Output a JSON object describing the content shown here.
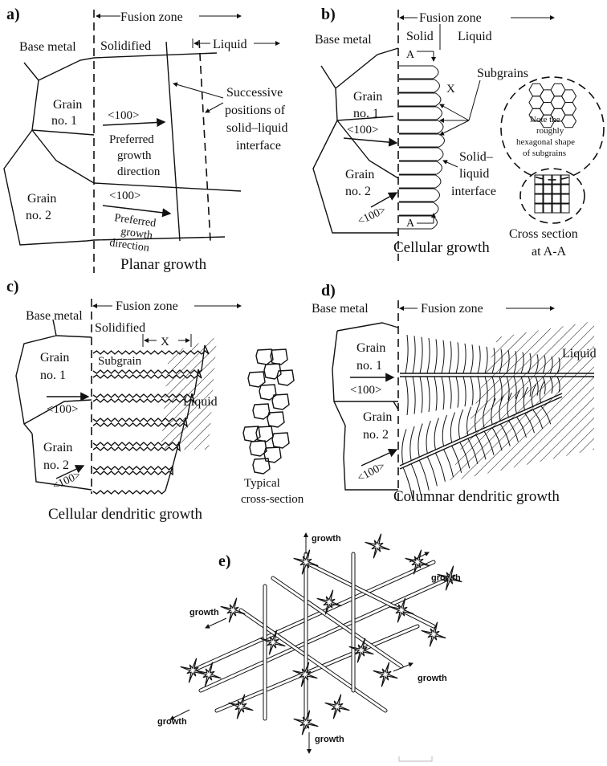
{
  "panel_a": {
    "letter": "a)",
    "fusion_zone": "Fusion zone",
    "base_metal": "Base metal",
    "solidified": "Solidified",
    "liquid": "Liquid",
    "grain1_line1": "Grain",
    "grain1_line2": "no. 1",
    "grain2_line1": "Grain",
    "grain2_line2": "no. 2",
    "dir1": "<100>",
    "pref1_line1": "Preferred",
    "pref1_line2": "growth",
    "pref1_line3": "direction",
    "dir2": "<100>",
    "pref2_line1": "Preferred",
    "pref2_line2": "growth",
    "pref2_line3": "direction",
    "succ_line1": "Successive",
    "succ_line2": "positions of",
    "succ_line3": "solid–liquid",
    "succ_line4": "interface",
    "caption": "Planar growth"
  },
  "panel_b": {
    "letter": "b)",
    "fusion_zone": "Fusion zone",
    "base_metal": "Base metal",
    "solid": "Solid",
    "liquid": "Liquid",
    "a_top": "A",
    "a_bottom": "A",
    "x": "X",
    "subgrains": "Subgrains",
    "grain1_line1": "Grain",
    "grain1_line2": "no. 1",
    "dir1": "<100>",
    "grain2_line1": "Grain",
    "grain2_line2": "no. 2",
    "dir2": "<100>",
    "interface_line1": "Solid–",
    "interface_line2": "liquid",
    "interface_line3": "interface",
    "note_line1": "Note the",
    "note_line2": "roughly",
    "note_line3": "hexagonal shape",
    "note_line4": "of subgrains",
    "caption": "Cellular growth",
    "cross_line1": "Cross section",
    "cross_line2": "at A-A"
  },
  "panel_c": {
    "letter": "c)",
    "fusion_zone": "Fusion zone",
    "base_metal": "Base metal",
    "solidified": "Solidified",
    "x": "X",
    "subgrain": "Subgrain",
    "liquid": "Liquid",
    "grain1_line1": "Grain",
    "grain1_line2": "no. 1",
    "dir1": "<100>",
    "grain2_line1": "Grain",
    "grain2_line2": "no. 2",
    "dir2": "<100>",
    "typical_line1": "Typical",
    "typical_line2": "cross-section",
    "caption": "Cellular dendritic growth"
  },
  "panel_d": {
    "letter": "d)",
    "fusion_zone": "Fusion zone",
    "base_metal": "Base metal",
    "liquid": "Liquid",
    "grain1_line1": "Grain",
    "grain1_line2": "no. 1",
    "dir1": "<100>",
    "grain2_line1": "Grain",
    "grain2_line2": "no. 2",
    "dir2": "<100>",
    "caption": "Columnar dendritic growth"
  },
  "panel_e": {
    "letter": "e)",
    "growth_top": "growth",
    "growth_upper_right": "growth",
    "growth_upper_left": "growth",
    "growth_lower_right": "growth",
    "growth_lower_left": "growth",
    "growth_bottom": "growth"
  }
}
